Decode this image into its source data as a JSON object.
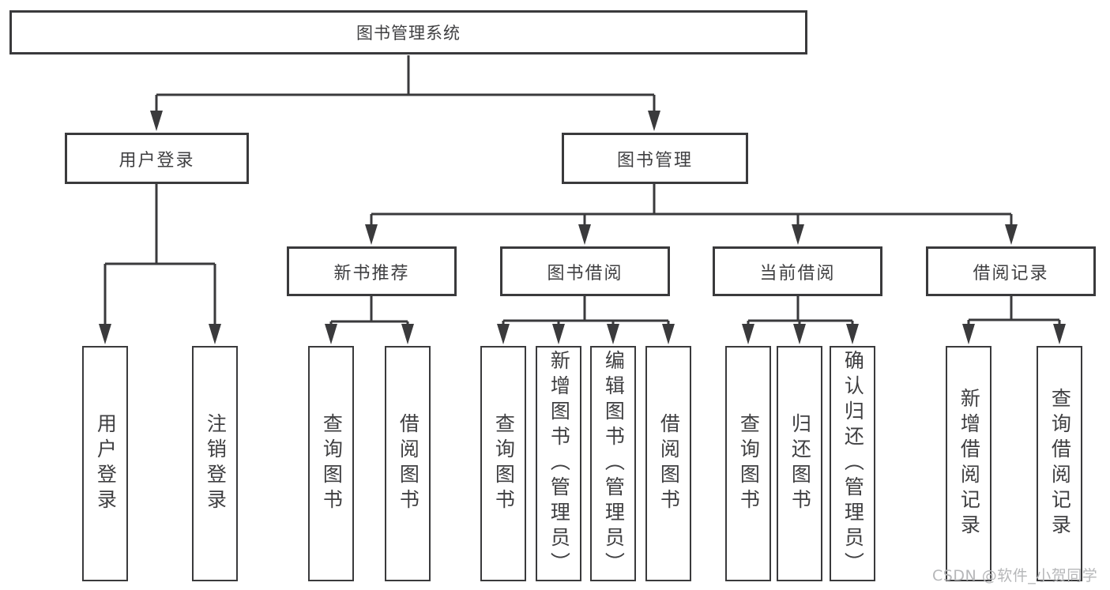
{
  "tree": {
    "root": "图书管理系统",
    "user_login": {
      "label": "用户登录",
      "children": [
        "用户登录",
        "注销登录"
      ]
    },
    "book_mgmt": {
      "label": "图书管理",
      "groups": [
        {
          "label": "新书推荐",
          "children": [
            "查询图书",
            "借阅图书"
          ]
        },
        {
          "label": "图书借阅",
          "children": [
            "查询图书",
            "新增图书（管理员）",
            "编辑图书（管理员）",
            "借阅图书"
          ]
        },
        {
          "label": "当前借阅",
          "children": [
            "查询图书",
            "归还图书",
            "确认归还（管理员）"
          ]
        },
        {
          "label": "借阅记录",
          "children": [
            "新增借阅记录",
            "查询借阅记录"
          ]
        }
      ]
    }
  },
  "watermark": "CSDN @软件_小贺同学",
  "colors": {
    "line": "#3a3a3c",
    "text": "#3f3f41",
    "watermark": "#b6b7b9"
  }
}
